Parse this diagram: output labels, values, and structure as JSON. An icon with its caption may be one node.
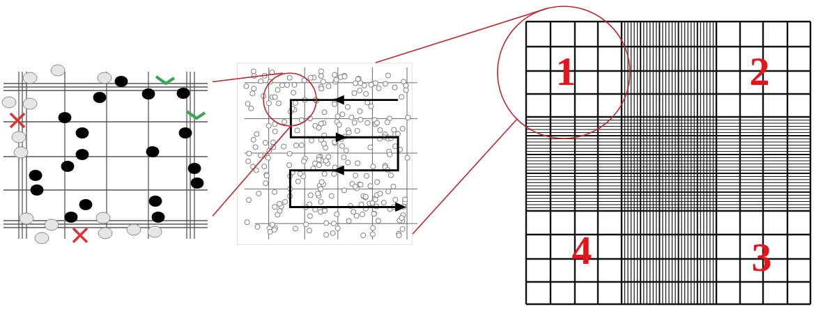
{
  "diagram": {
    "nodes": [
      {
        "text": [],
        "shape": "picture"
      },
      {
        "text": [],
        "shape": "picture"
      },
      {
        "text": [],
        "shape": "circle",
        "in": 1
      },
      {
        "text": [],
        "shape": "picture"
      },
      {
        "text": [],
        "shape": "circle"
      }
    ],
    "edges": [
      {
        "from": 2,
        "to": 0,
        "arrow": "none"
      },
      {
        "from": 2,
        "to": 0,
        "arrow": "none"
      },
      {
        "from": 4,
        "to": 1,
        "arrow": "none"
      },
      {
        "from": 4,
        "to": 1,
        "arrow": "none"
      }
    ],
    "labels": [
      "1",
      "2",
      "4",
      "3"
    ]
  }
}
